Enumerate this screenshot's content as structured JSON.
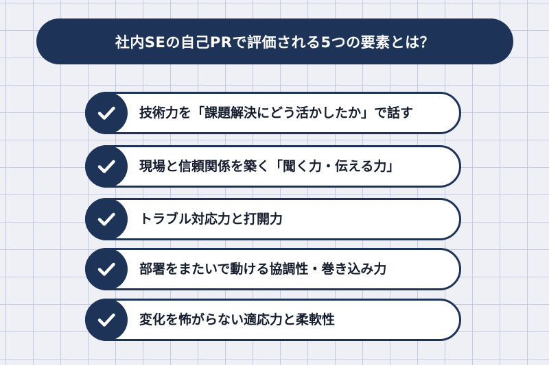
{
  "title": "社内SEの自己PRで評価される5つの要素とは？",
  "items": [
    {
      "label": "技術力を「課題解決にどう活かしたか」で話す",
      "icon": "check-icon"
    },
    {
      "label": "現場と信頼関係を築く「聞く力・伝える力」",
      "icon": "check-icon"
    },
    {
      "label": "トラブル対応力と打開力",
      "icon": "check-icon"
    },
    {
      "label": "部署をまたいで動ける協調性・巻き込み力",
      "icon": "check-icon"
    },
    {
      "label": "変化を怖がらない適応力と柔軟性",
      "icon": "check-icon"
    }
  ],
  "colors": {
    "navy": "#1e3358",
    "background": "#eef0f6",
    "grid": "#c5cadb",
    "text": "#141c2e"
  }
}
